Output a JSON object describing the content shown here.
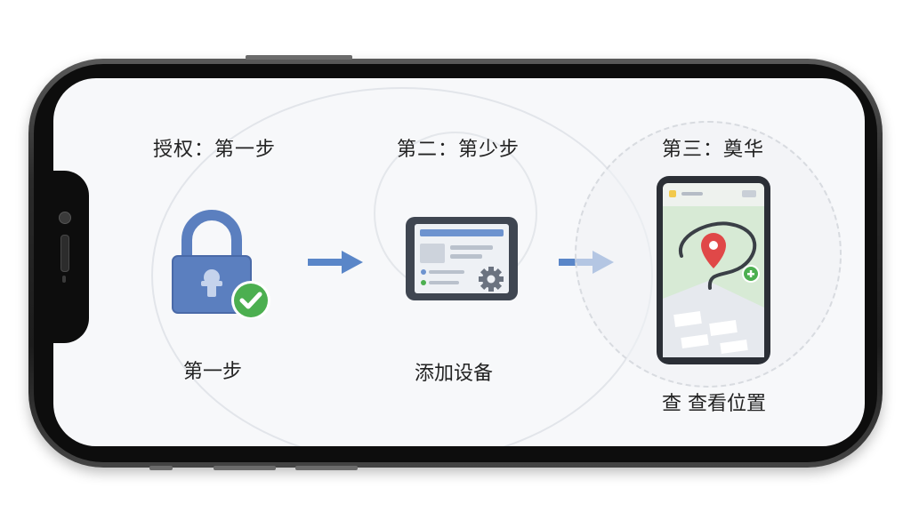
{
  "steps": [
    {
      "title": "授权：第一步",
      "label": "第一步",
      "icon": "lock-check-icon"
    },
    {
      "title": "第二：第少步",
      "label": "添加设备",
      "icon": "device-settings-icon"
    },
    {
      "title": "第三：奠华",
      "label": "查 查看位置",
      "icon": "phone-map-location-icon"
    }
  ],
  "arrows": [
    "arrow-right-icon",
    "arrow-right-icon"
  ],
  "colors": {
    "lock": "#5b7fbf",
    "check": "#4caf50",
    "arrow": "#5a86c8",
    "pin": "#e04848",
    "map": "#cfe6cf"
  }
}
